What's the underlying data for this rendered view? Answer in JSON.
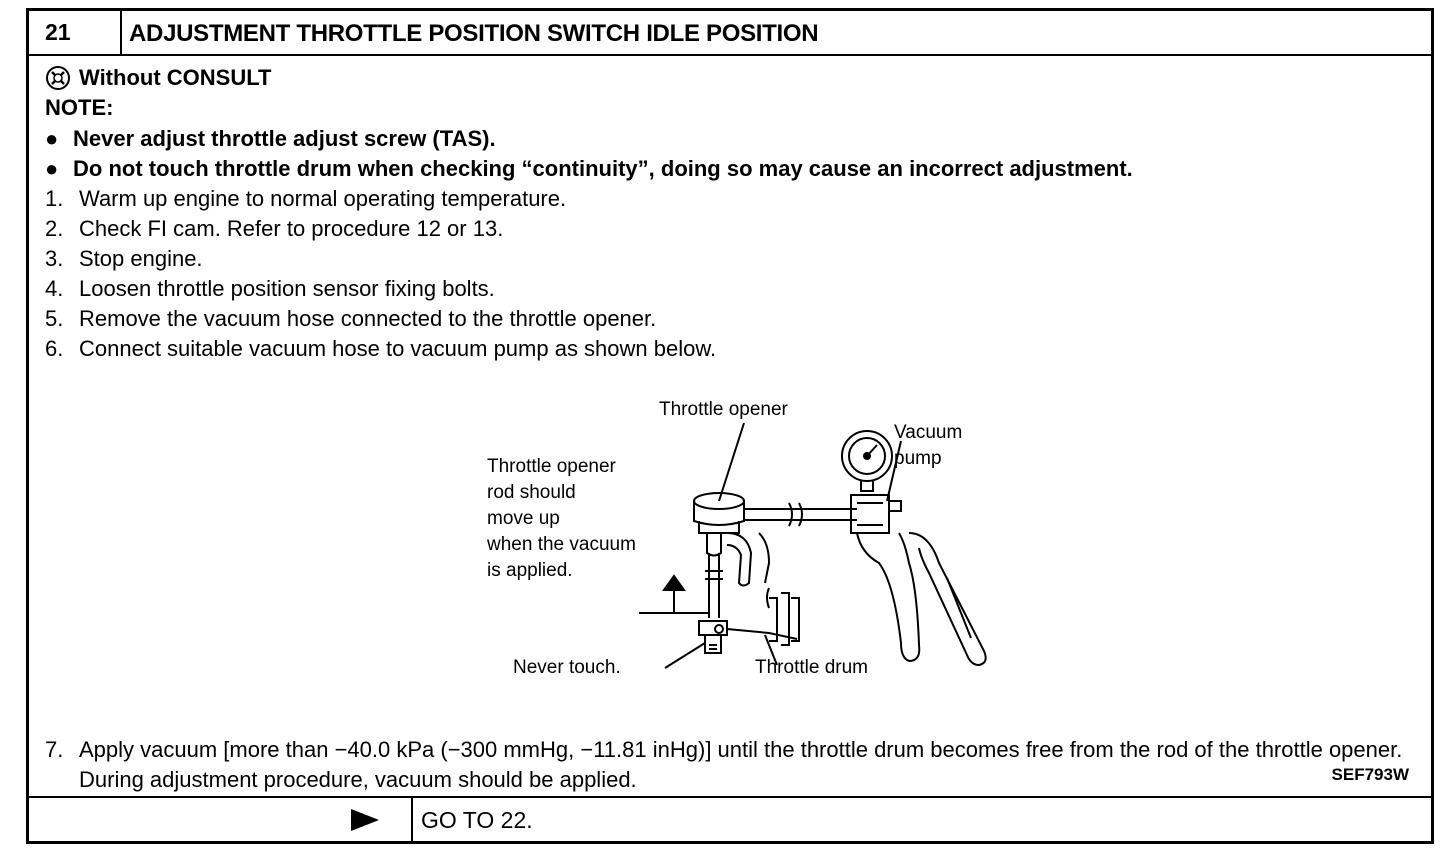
{
  "header": {
    "step_number": "21",
    "title": "ADJUSTMENT THROTTLE POSITION SWITCH IDLE POSITION"
  },
  "consult_label": "Without CONSULT",
  "note_label": "NOTE:",
  "notes": [
    "Never adjust throttle adjust screw (TAS).",
    "Do not touch throttle drum when checking “continuity”, doing so may cause an incorrect adjustment."
  ],
  "steps": [
    {
      "num": "1.",
      "text": "Warm up engine to normal operating temperature."
    },
    {
      "num": "2.",
      "text": "Check FI cam. Refer to procedure 12 or 13."
    },
    {
      "num": "3.",
      "text": "Stop engine."
    },
    {
      "num": "4.",
      "text": "Loosen throttle position sensor fixing bolts."
    },
    {
      "num": "5.",
      "text": "Remove the vacuum hose connected to the throttle opener."
    },
    {
      "num": "6.",
      "text": "Connect suitable vacuum hose to vacuum pump as shown below."
    },
    {
      "num": "7.",
      "text": "Apply vacuum [more than −40.0 kPa (−300 mmHg, −11.81 inHg)] until the throttle drum becomes free from the rod of the throttle opener. During adjustment procedure, vacuum should be applied."
    }
  ],
  "diagram": {
    "labels": {
      "throttle_opener": "Throttle opener",
      "vacuum": "Vacuum",
      "pump": "pump",
      "rod_1": "Throttle opener",
      "rod_2": "rod should",
      "rod_3": "move up",
      "rod_4": "when the vacuum",
      "rod_5": "is applied.",
      "never_touch": "Never touch.",
      "throttle_drum": "Throttle drum"
    },
    "figure_ref": "SEF793W"
  },
  "footer": {
    "arrow_icon": "right-triangle-arrow-icon",
    "goto": "GO TO 22."
  }
}
